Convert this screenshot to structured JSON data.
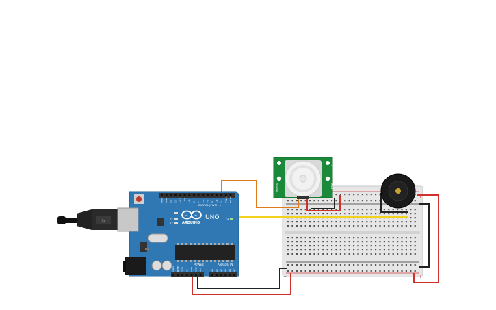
{
  "circuit": {
    "arduino": {
      "brand_label": "UNO",
      "logo_text": "ARDUINO",
      "digital_label": "DIGITAL (PWM ~)",
      "power_label": "POWER",
      "analog_label": "ANALOG IN",
      "tx_label": "TX",
      "rx_label": "RX",
      "on_label": "ON",
      "digital_pins": [
        "AREF",
        "GND",
        "13",
        "12",
        "~11",
        "~10",
        "~9",
        "8",
        "7",
        "~6",
        "~5",
        "4",
        "~3",
        "2",
        "TX▶1",
        "RX◀0"
      ],
      "power_pins": [
        "IOREF",
        "RESET",
        "3.3V",
        "5V",
        "GND",
        "GND",
        "Vin"
      ],
      "analog_pins": [
        "A0",
        "A1",
        "A2",
        "A3",
        "A4",
        "A5"
      ],
      "colors": {
        "board": "#2f78b4",
        "board_dark": "#1f5f96",
        "header": "#333333"
      }
    },
    "pir_sensor": {
      "pin_labels": [
        "SIGNAL",
        "+",
        "GND"
      ],
      "colors": {
        "board": "#1a8a3a",
        "dome": "#f2f2f2"
      }
    },
    "buzzer": {
      "colors": {
        "body": "#1a1a1a",
        "center": "#c8a030"
      }
    },
    "breadboard": {
      "rail_signs": {
        "plus": "+",
        "minus": "−"
      },
      "colors": {
        "body": "#e8e8e8",
        "rail_red": "#d23b3b",
        "rail_black": "#333333"
      }
    },
    "wires": {
      "colors": {
        "red": "#d0312d",
        "black": "#222222",
        "orange": "#e07b1a",
        "yellow": "#f2d31b"
      }
    }
  }
}
